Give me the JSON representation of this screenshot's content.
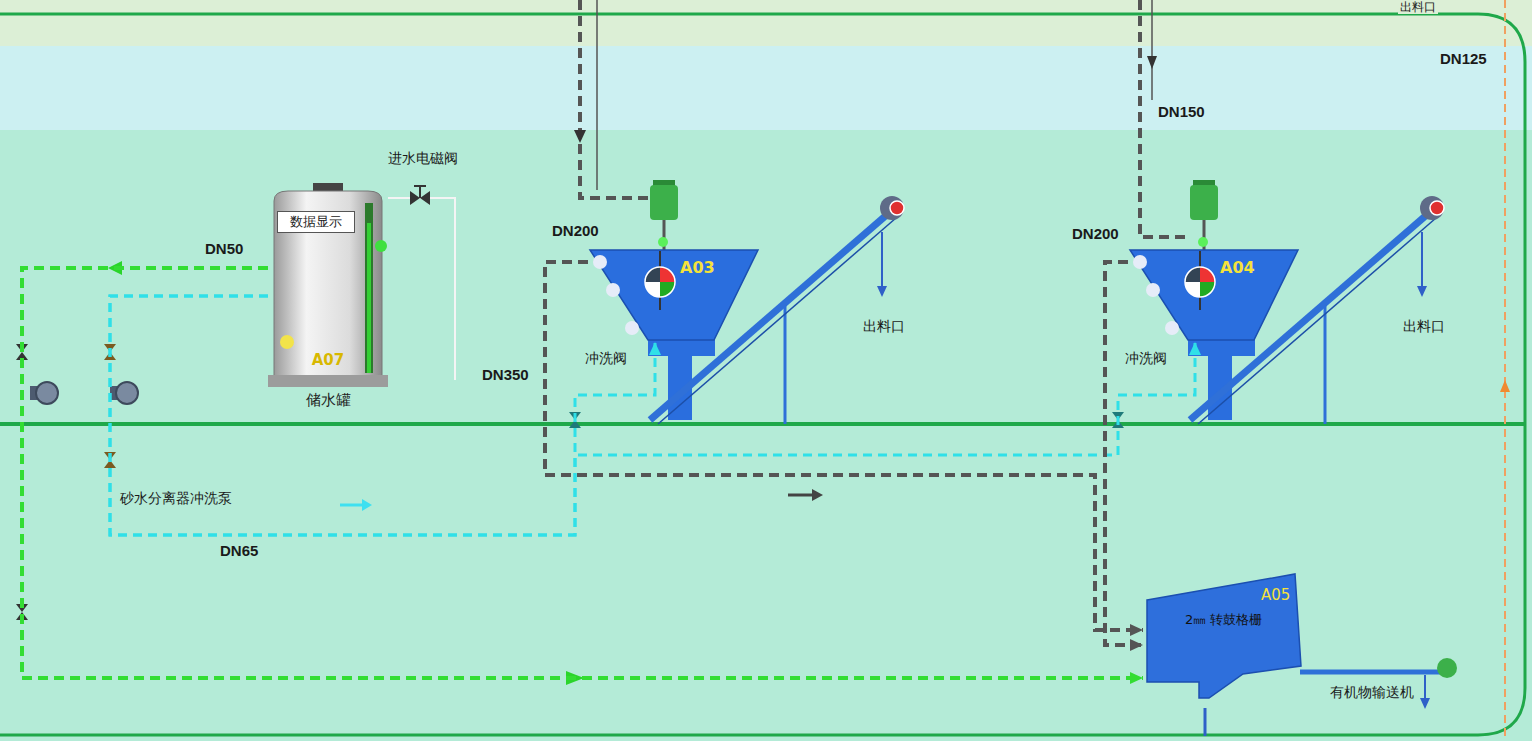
{
  "diagram": {
    "nodes": [
      {
        "text": [
          "A07",
          "储水罐"
        ]
      },
      {
        "text": [
          "数据显示"
        ],
        "in": 0
      },
      {
        "text": [
          "A03"
        ]
      },
      {
        "text": [
          "A04"
        ]
      },
      {
        "text": [
          "A05",
          "2㎜ 转鼓格栅"
        ]
      }
    ],
    "edges": [
      {
        "from": 0,
        "to": 4,
        "arrow": "to"
      },
      {
        "from": 0,
        "to": 2,
        "arrow": "to"
      },
      {
        "from": 0,
        "to": 3,
        "arrow": "to"
      },
      {
        "from": 2,
        "to": 4,
        "arrow": "to"
      },
      {
        "from": 3,
        "to": 4,
        "arrow": "to"
      }
    ],
    "labels": [
      "出料口",
      "DN125",
      "DN150",
      "进水电磁阀",
      "DN50",
      "DN200",
      "DN350",
      "冲洗阀",
      "出料口",
      "DN200",
      "冲洗阀",
      "出料口",
      "砂水分离器冲洗泵",
      "DN65",
      "有机物输送机"
    ]
  }
}
